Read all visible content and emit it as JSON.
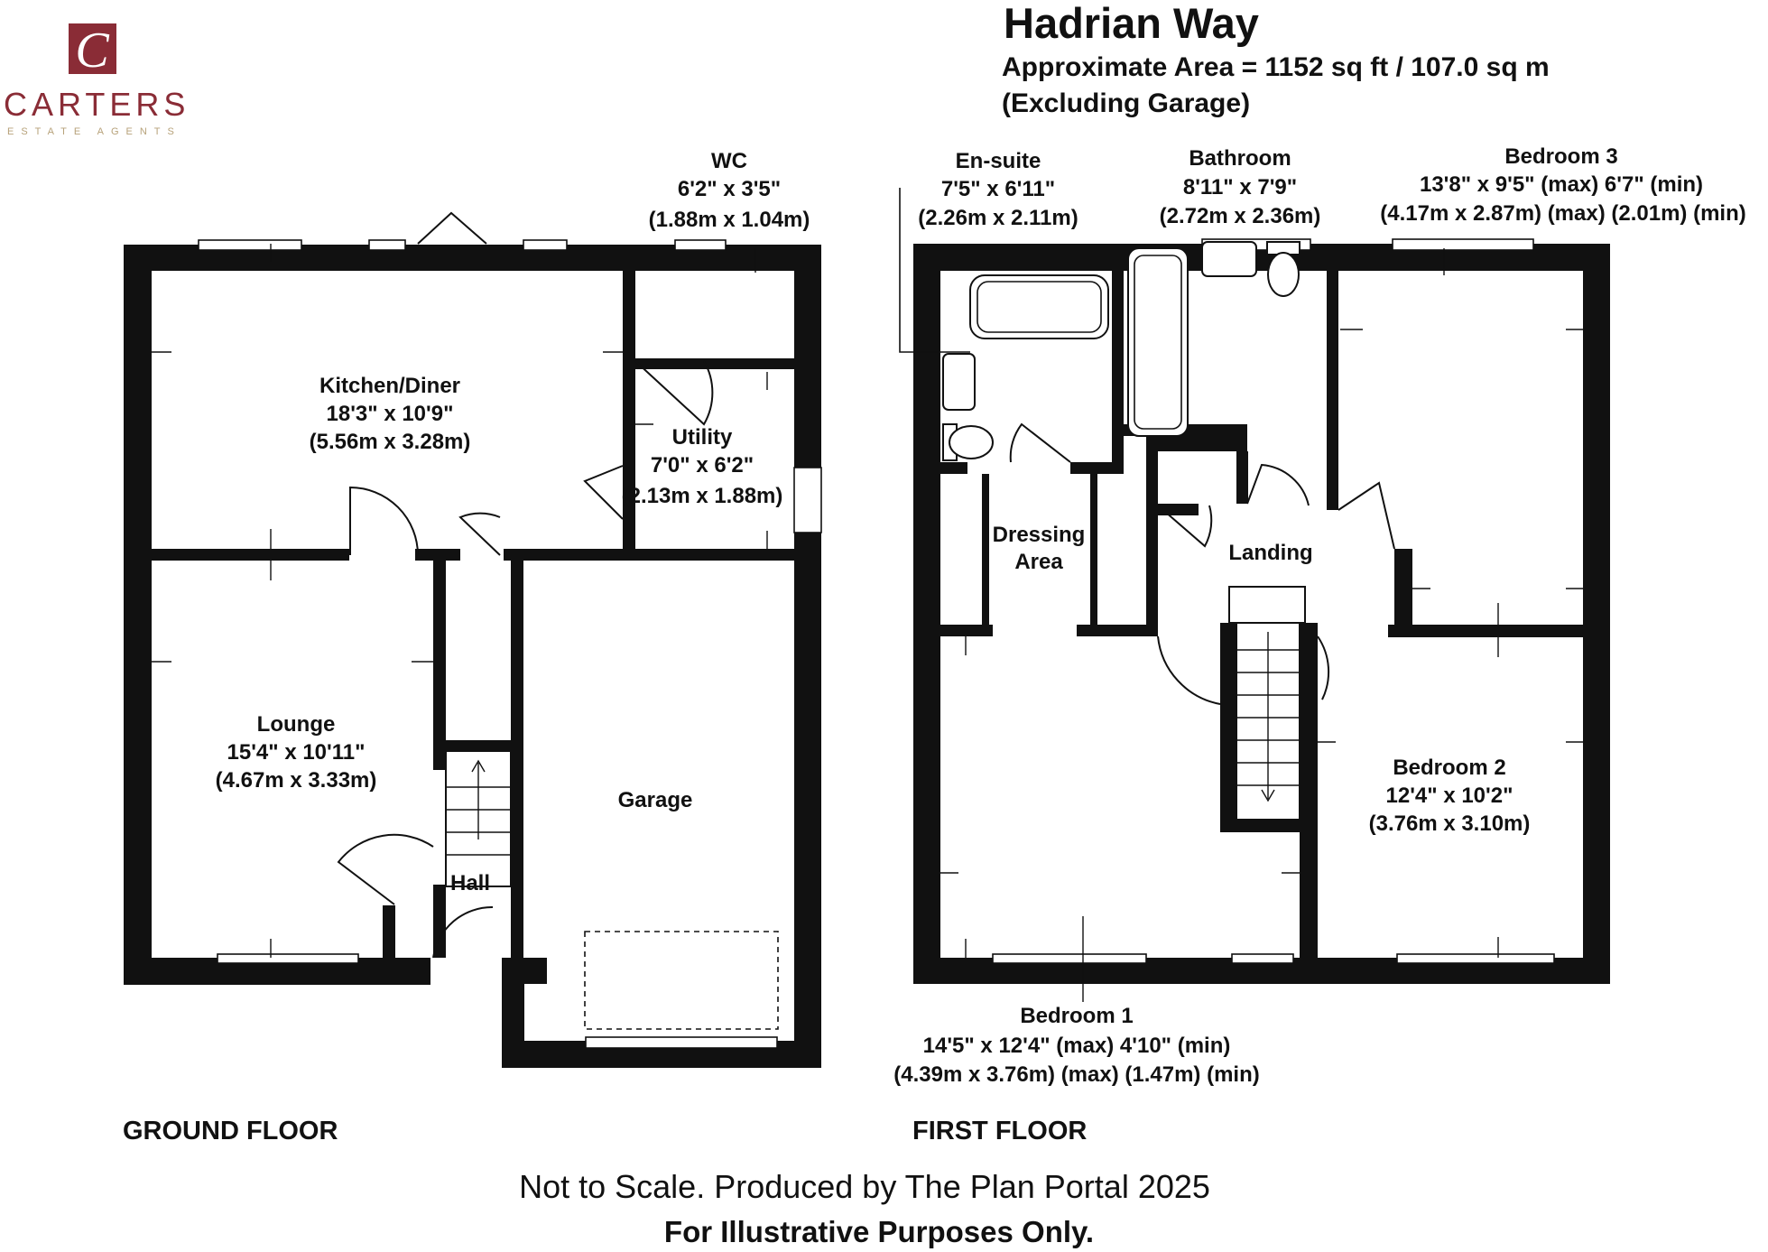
{
  "brand": {
    "logo_letter": "C",
    "name": "CARTERS",
    "tagline": "ESTATE AGENTS",
    "colors": {
      "primary": "#8a2c36",
      "secondary": "#b7a27a"
    }
  },
  "header": {
    "title": "Hadrian Way",
    "area": "Approximate Area = 1152 sq ft / 107.0 sq m",
    "area_note": "(Excluding Garage)"
  },
  "floors": {
    "ground": "GROUND FLOOR",
    "first": "FIRST FLOOR"
  },
  "rooms": {
    "kitchen": {
      "name": "Kitchen/Diner",
      "imperial": "18'3\" x 10'9\"",
      "metric": "(5.56m x 3.28m)"
    },
    "wc": {
      "name": "WC",
      "imperial": "6'2\" x 3'5\"",
      "metric": "(1.88m x 1.04m)"
    },
    "utility": {
      "name": "Utility",
      "imperial": "7'0\" x 6'2\"",
      "metric": "(2.13m x 1.88m)"
    },
    "lounge": {
      "name": "Lounge",
      "imperial": "15'4\" x 10'11\"",
      "metric": "(4.67m x 3.33m)"
    },
    "hall": {
      "name": "Hall"
    },
    "garage": {
      "name": "Garage"
    },
    "ensuite": {
      "name": "En-suite",
      "imperial": "7'5\" x 6'11\"",
      "metric": "(2.26m x 2.11m)"
    },
    "bathroom": {
      "name": "Bathroom",
      "imperial": "8'11\" x 7'9\"",
      "metric": "(2.72m x 2.36m)"
    },
    "bedroom3": {
      "name": "Bedroom 3",
      "imperial": "13'8\" x 9'5\" (max) 6'7\" (min)",
      "metric": "(4.17m x 2.87m) (max) (2.01m) (min)"
    },
    "dressing": {
      "line1": "Dressing",
      "line2": "Area"
    },
    "landing": {
      "name": "Landing"
    },
    "bedroom2": {
      "name": "Bedroom 2",
      "imperial": "12'4\" x 10'2\"",
      "metric": "(3.76m x 3.10m)"
    },
    "bedroom1": {
      "name": "Bedroom 1",
      "imperial": "14'5\" x 12'4\" (max) 4'10\" (min)",
      "metric": "(4.39m x 3.76m) (max) (1.47m) (min)"
    }
  },
  "footer": {
    "scale_note": "Not to Scale. Produced by The Plan Portal 2025",
    "disclaimer": "For Illustrative Purposes Only."
  },
  "icons": [
    "carters-logo-icon",
    "staircase-icon",
    "bath-icon",
    "toilet-icon",
    "basin-icon",
    "garage-door-icon"
  ]
}
